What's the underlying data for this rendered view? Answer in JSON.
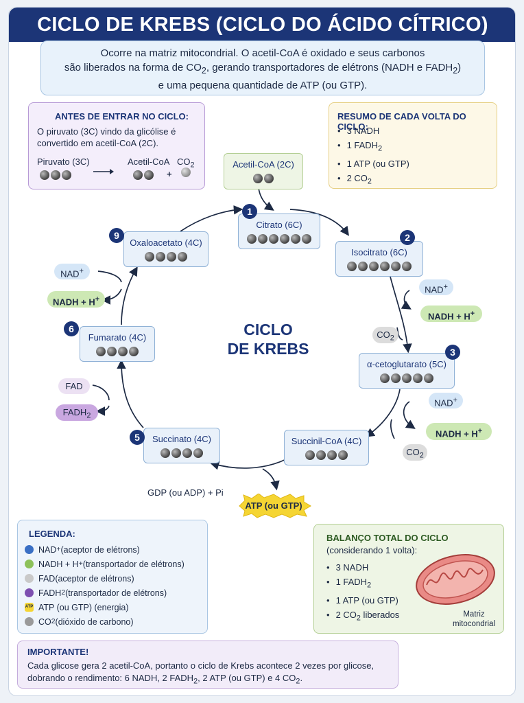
{
  "title": "CICLO DE KREBS (CICLO DO ÁCIDO CÍTRICO)",
  "intro": {
    "line1": "Ocorre na matriz mitocondrial. O acetil-CoA é oxidado e seus carbonos",
    "line2_a": "são liberados na forma de CO",
    "line2_sub": "2",
    "line2_b": ", gerando transportadores de elétrons (NADH e FADH",
    "line2_sub2": "2",
    "line2_c": ")",
    "line3": "e uma pequena quantidade de ATP (ou GTP)."
  },
  "before": {
    "heading": "ANTES DE ENTRAR NO CICLO:",
    "text1": "O piruvato (3C) vindo da glicólise é",
    "text2": "convertido em acetil-CoA (2C).",
    "piruvato": "Piruvato (3C)",
    "acetil": "Acetil-CoA",
    "co2": "CO",
    "co2_sub": "2",
    "plus": "+"
  },
  "summary": {
    "heading": "RESUMO DE CADA VOLTA DO CICLO:",
    "items": [
      "3 NADH",
      "1 FADH",
      "1 ATP (ou GTP)",
      "2 CO"
    ],
    "subs": [
      "",
      "2",
      "",
      "2"
    ]
  },
  "cycle": {
    "center_line1": "CICLO",
    "center_line2": "DE KREBS",
    "acetyl_entry": "Acetil-CoA (2C)",
    "nodes": {
      "citrato": "Citrato (6C)",
      "isocitrato": "Isocitrato (6C)",
      "cetoglutarato": "α-cetoglutarato (5C)",
      "succinilcoa": "Succinil-CoA (4C)",
      "succinato": "Succinato (4C)",
      "fumarato": "Fumarato (4C)",
      "oxaloacetato": "Oxaloacetato (4C)"
    },
    "steps": [
      "1",
      "2",
      "3",
      "5",
      "6",
      "9"
    ],
    "nad": "NAD",
    "nad_sup": "+",
    "nadh": "NADH + H",
    "nadh_sup": "+",
    "fad": "FAD",
    "fadh": "FADH",
    "fadh_sub": "2",
    "co2": "CO",
    "co2_sub": "2",
    "gdp": "GDP (ou ADP) + Pi",
    "atp": "ATP (ou GTP)"
  },
  "legend": {
    "heading": "LEGENDA:",
    "items": [
      {
        "label": "NAD",
        "sup": "+",
        "rest": " (aceptor de elétrons)",
        "color": "#3a6fc4"
      },
      {
        "label": "NADH + H",
        "sup": "+",
        "rest": " (transportador de elétrons)",
        "color": "#8dc15a"
      },
      {
        "label": "FAD",
        "sup": "",
        "rest": " (aceptor de elétrons)",
        "color": "#c9c9c9"
      },
      {
        "label": "FADH",
        "sub": "2",
        "rest": " (transportador de elétrons)",
        "color": "#7d4fb0"
      },
      {
        "label": "ATP (ou GTP) (energia)",
        "sup": "",
        "rest": "",
        "color": "#f5d533"
      },
      {
        "label": "CO",
        "sub": "2",
        "rest": " (dióxido de carbono)",
        "color": "#9a9a9a"
      }
    ],
    "atp_icon": "ATP"
  },
  "balance": {
    "heading": "BALANÇO TOTAL DO CICLO",
    "subheading": "(considerando 1 volta):",
    "items": [
      "3 NADH",
      "1 FADH",
      "1 ATP (ou GTP)",
      "2 CO"
    ],
    "subs": [
      "",
      "2",
      "",
      "2"
    ],
    "tail": [
      "",
      "",
      "",
      " liberados"
    ],
    "mito_label1": "Matriz",
    "mito_label2": "mitocondrial"
  },
  "important": {
    "heading": "IMPORTANTE!",
    "line1": "Cada glicose gera 2 acetil-CoA, portanto o ciclo de Krebs acontece 2 vezes por glicose,",
    "line2_a": "dobrando o rendimento: 6 NADH, 2 FADH",
    "line2_sub": "2",
    "line2_b": ", 2 ATP (ou GTP) e 4 CO",
    "line2_sub2": "2",
    "line2_c": "."
  },
  "colors": {
    "header": "#1c3577",
    "nadh": "#cde8b4",
    "fadh": "#c9a7e0",
    "atp": "#f5d533"
  }
}
